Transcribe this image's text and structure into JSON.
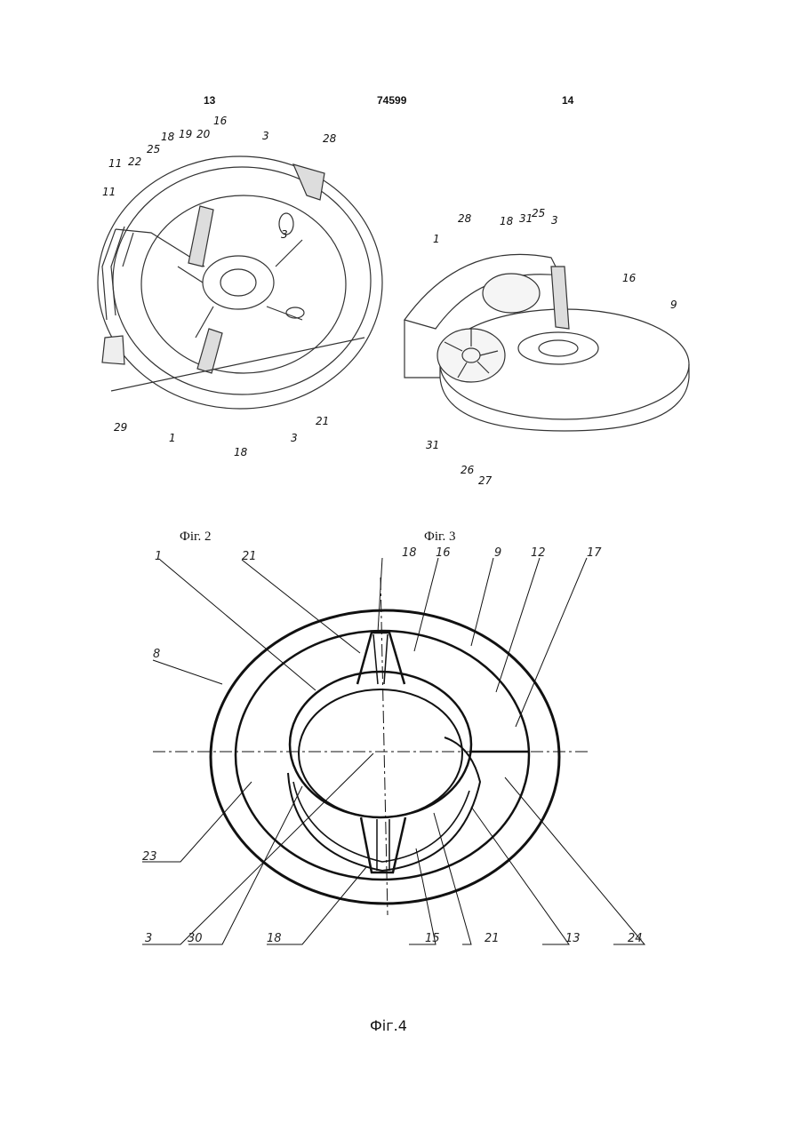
{
  "header": {
    "page_left": "13",
    "patent_number": "74599",
    "page_right": "14"
  },
  "captions": {
    "fig2": "Фіг. 2",
    "fig3": "Фіг. 3",
    "fig4": "Фіг.4"
  },
  "fig2_labels": [
    "11",
    "22",
    "25",
    "18",
    "19",
    "20",
    "16",
    "3",
    "28",
    "11",
    "29",
    "1",
    "18",
    "3",
    "21",
    "3"
  ],
  "fig3_labels": [
    "28",
    "1",
    "18",
    "31",
    "25",
    "3",
    "16",
    "9",
    "31",
    "26",
    "27"
  ],
  "fig4_labels": [
    "1",
    "21",
    "18",
    "16",
    "9",
    "12",
    "17",
    "8",
    "23",
    "3",
    "30",
    "18",
    "15",
    "21",
    "13",
    "24"
  ]
}
